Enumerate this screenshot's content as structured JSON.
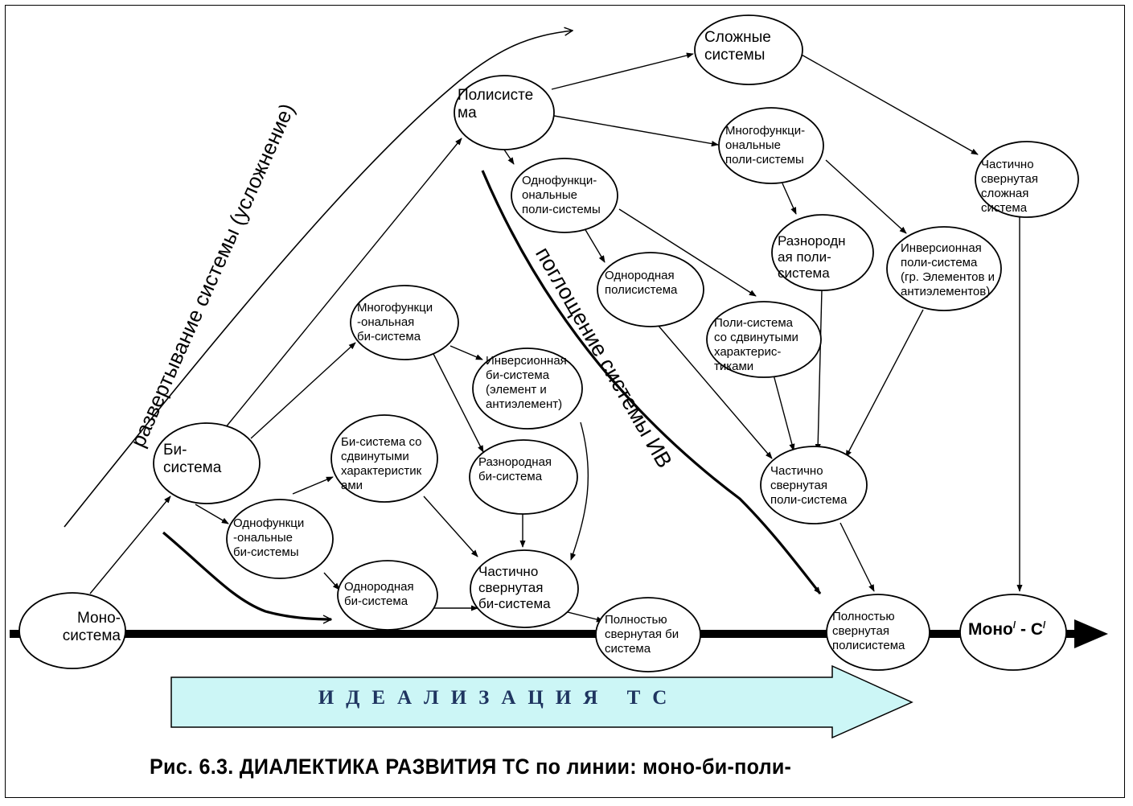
{
  "caption": "Рис. 6.3.  ДИАЛЕКТИКА  РАЗВИТИЯ  ТС по линии: моно-би-поли-",
  "idealization_label": "ИДЕАЛИЗАЦИЯ   ТС",
  "unfolding_label": "развертывание системы (усложнение)",
  "absorption_label": "поглощение системы ИВ",
  "nodes": {
    "mono": "Моно-\nсистема",
    "bi": "Би-\nсистема",
    "poly": "Полисисте\nма",
    "complex": "Сложные\nсистемы",
    "multi_bi": "Многофункци\n-ональная\nби-система",
    "inverse_bi": "Инверсионная\nби-система\n(элемент       и\nантиэлемент)",
    "shifted_bi": "Би-система со\nсдвинутыми\nхарактеристик\nами",
    "hetero_bi": "Разнородная\nби-система",
    "single_bi": "Однофункци\n-ональные\nби-системы",
    "homo_bi": "Однородная\nби-система",
    "partial_bi": "Частично\nсвернутая\nби-система",
    "full_bi": "Полностью\nсвернутая    би\nсистема",
    "single_poly": "Однофункци-\nональные\nполи-системы",
    "homo_poly": "Однородная\nполисистема",
    "multi_poly": "Многофункци-\nональные\nполи-системы",
    "hetero_poly": "Разнородн\nая    поли-\nсистема",
    "shifted_poly": "Поли-система\nсо    сдвинутыми\nхарактерис-\nтиками",
    "inverse_poly": "Инверсионная\nполи-система\n(гр.  Элементов    и\nантиэлементов)",
    "partial_complex": "Частично\nсвернутая\nсложная\nсистема",
    "partial_poly": "Частично\nсвернутая\nполи-система",
    "full_poly": "Полностью\nсвернутая\nполисистема",
    "mono_c": "Моно",
    "mono_c_mark": "/",
    "mono_c_mid": " - С",
    "mono_c_mark2": "/"
  },
  "colors": {
    "idealization_fill": "#ccf6f6",
    "idealization_text": "#1f3560",
    "line": "#000000"
  }
}
